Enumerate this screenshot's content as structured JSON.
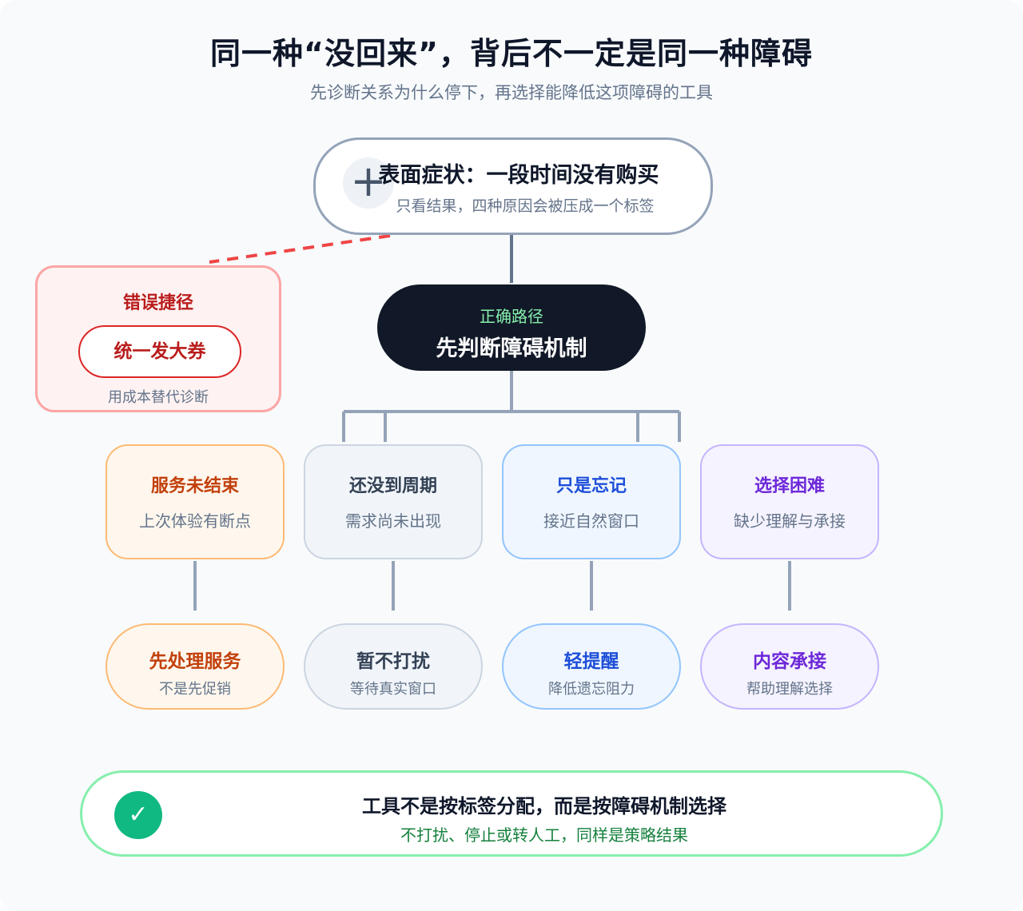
{
  "header": {
    "title": "同一种“没回来”，背后不一定是同一种障碍",
    "subtitle": "先诊断关系为什么停下，再选择能降低这项障碍的工具"
  },
  "root": {
    "icon": "plus-icon",
    "title": "表面症状：一段时间没有购买",
    "subtitle": "只看结果，四种原因会被压成一个标签"
  },
  "wrong_path": {
    "label": "错误捷径",
    "pill": "统一发大券",
    "note": "用成本替代诊断",
    "color": "#dc2626"
  },
  "correct_path": {
    "label": "正确路径",
    "title": "先判断障碍机制"
  },
  "causes": [
    {
      "title": "服务未结束",
      "subtitle": "上次体验有断点"
    },
    {
      "title": "还没到周期",
      "subtitle": "需求尚未出现"
    },
    {
      "title": "只是忘记",
      "subtitle": "接近自然窗口"
    },
    {
      "title": "选择困难",
      "subtitle": "缺少理解与承接"
    }
  ],
  "tools": [
    {
      "title": "先处理服务",
      "subtitle": "不是先促销"
    },
    {
      "title": "暂不打扰",
      "subtitle": "等待真实窗口"
    },
    {
      "title": "轻提醒",
      "subtitle": "降低遗忘阻力"
    },
    {
      "title": "内容承接",
      "subtitle": "帮助理解选择"
    }
  ],
  "conclusion": {
    "icon": "check-icon",
    "title": "工具不是按标签分配，而是按障碍机制选择",
    "subtitle": "不打扰、停止或转人工，同样是策略结果",
    "color": "#10b981"
  }
}
